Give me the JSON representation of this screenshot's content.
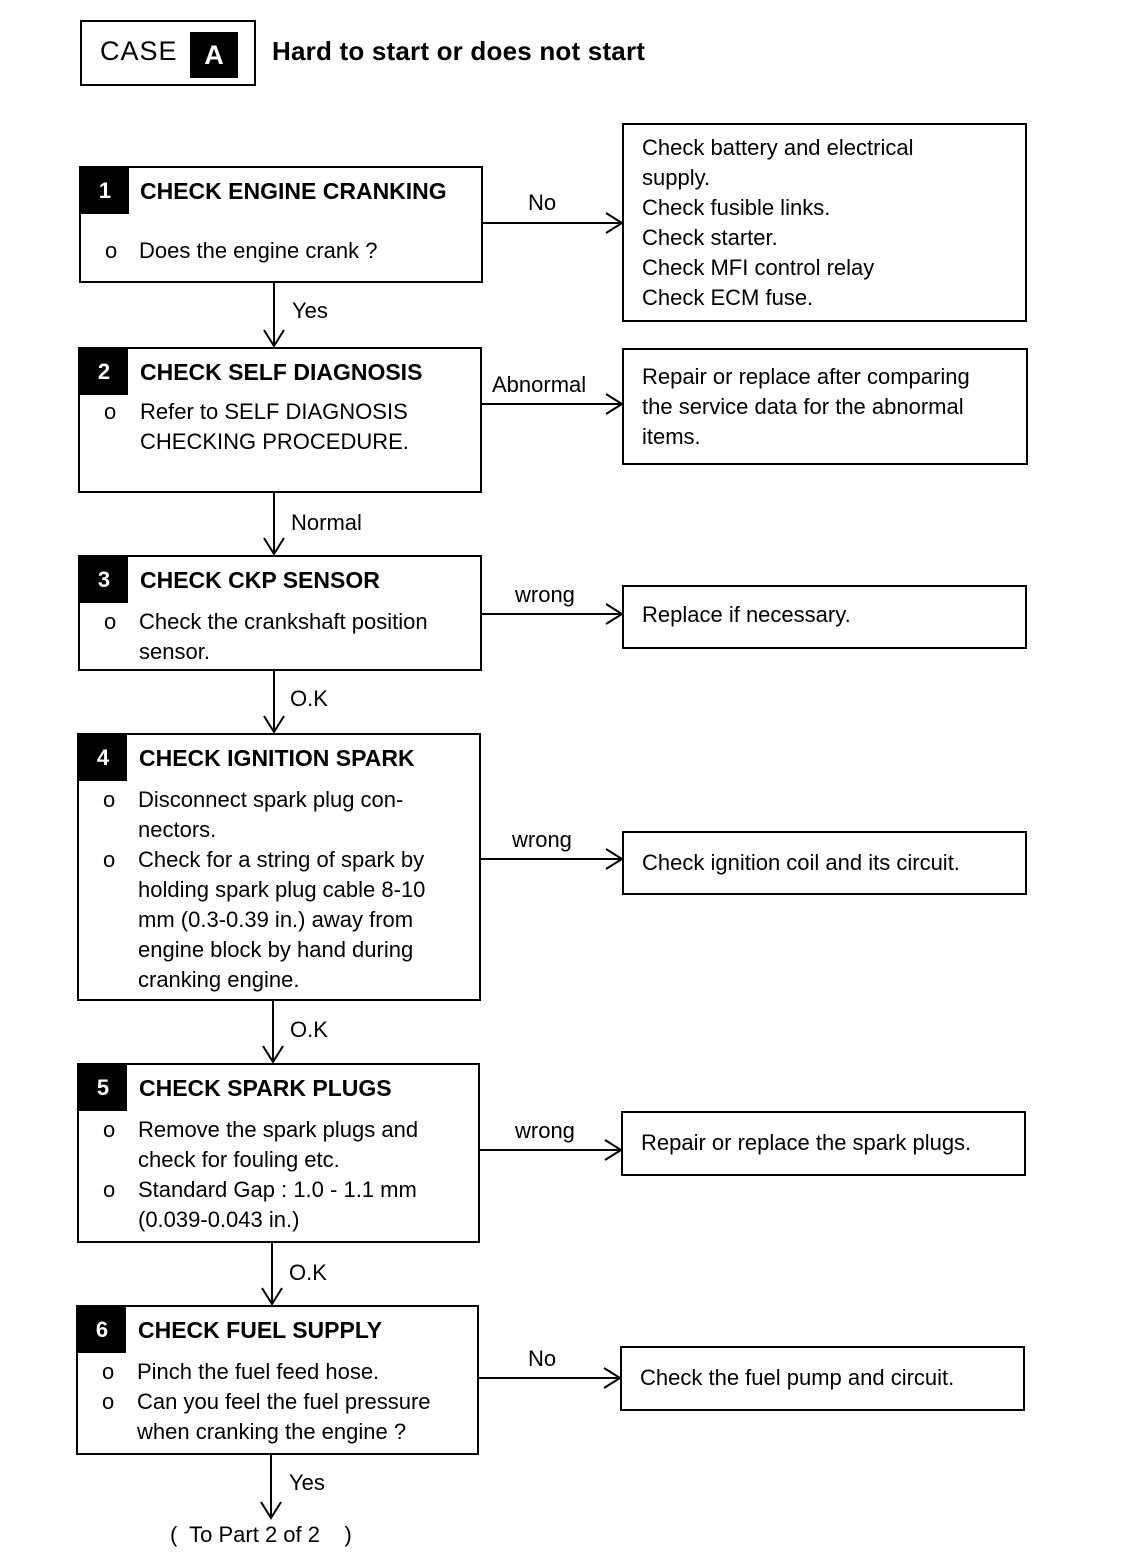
{
  "header": {
    "case_label": "CASE",
    "case_letter": "A",
    "title": "Hard to start or does not start"
  },
  "steps": [
    {
      "number": "1",
      "title": "CHECK ENGINE CRANKING",
      "bullets": [
        [
          "Does the engine crank ?"
        ]
      ],
      "side_label": "No",
      "side_box": [
        "Check battery and electrical",
        "supply.",
        "Check fusible links.",
        "Check starter.",
        "Check MFI control relay",
        "Check ECM fuse."
      ],
      "down_label": "Yes"
    },
    {
      "number": "2",
      "title": "CHECK SELF DIAGNOSIS",
      "bullets": [
        [
          "Refer to SELF DIAGNOSIS",
          "CHECKING PROCEDURE."
        ]
      ],
      "side_label": "Abnormal",
      "side_box": [
        "Repair or replace after comparing",
        "the  service data for the abnormal",
        "items."
      ],
      "down_label": "Normal"
    },
    {
      "number": "3",
      "title": "CHECK CKP SENSOR",
      "bullets": [
        [
          "Check the crankshaft position",
          "sensor."
        ]
      ],
      "side_label": "wrong",
      "side_box": [
        "Replace if necessary."
      ],
      "down_label": "O.K"
    },
    {
      "number": "4",
      "title": "CHECK IGNITION SPARK",
      "bullets": [
        [
          "Disconnect spark plug con-",
          "nectors."
        ],
        [
          "Check for a string of spark by",
          "holding spark plug cable 8-10",
          "mm (0.3-0.39 in.) away from",
          "engine block by hand during",
          "cranking engine."
        ]
      ],
      "side_label": "wrong",
      "side_box": [
        "Check ignition coil and its circuit."
      ],
      "down_label": "O.K"
    },
    {
      "number": "5",
      "title": "CHECK SPARK PLUGS",
      "bullets": [
        [
          "Remove the spark plugs and",
          "check for fouling etc."
        ],
        [
          "Standard Gap : 1.0 - 1.1 mm",
          "(0.039-0.043 in.)"
        ]
      ],
      "side_label": "wrong",
      "side_box": [
        "Repair or replace the spark plugs."
      ],
      "down_label": "O.K"
    },
    {
      "number": "6",
      "title": "CHECK FUEL SUPPLY",
      "bullets": [
        [
          "Pinch the fuel feed hose."
        ],
        [
          "Can you feel the fuel pressure",
          "when cranking the engine ?"
        ]
      ],
      "side_label": "No",
      "side_box": [
        "Check the fuel pump and circuit."
      ],
      "down_label": "Yes"
    }
  ],
  "bullet_mark": "o",
  "footer": "(  To Part 2 of 2    )"
}
